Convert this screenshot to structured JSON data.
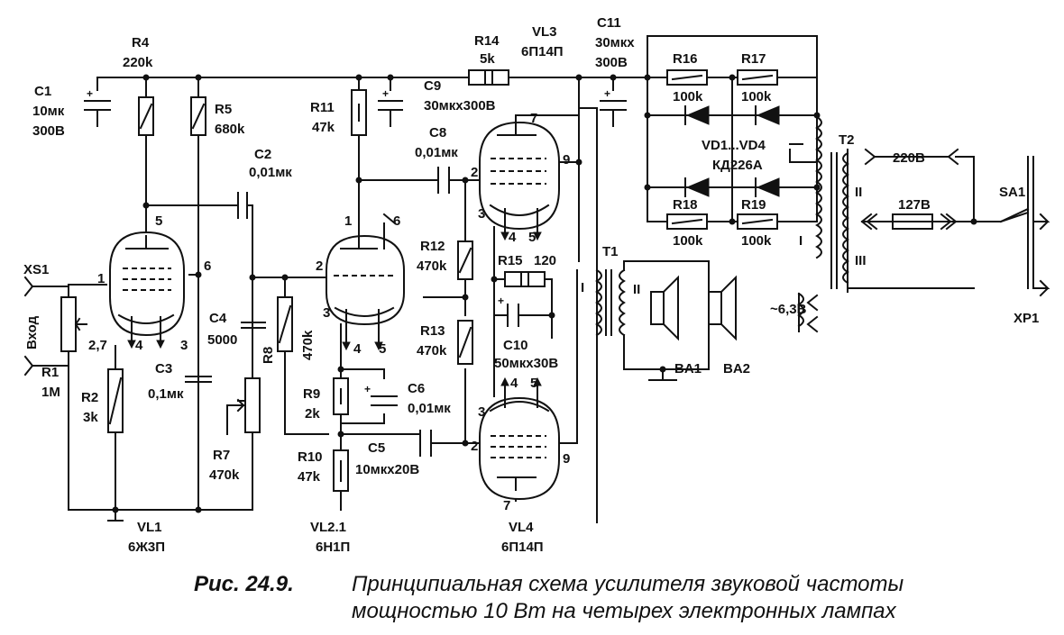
{
  "labels": {
    "C1": "C1",
    "C1_v": "10мк",
    "C1_u": "300В",
    "R4": "R4",
    "R4_v": "220k",
    "R5": "R5",
    "R5_v": "680k",
    "C2": "C2",
    "C2_v": "0,01мк",
    "R11": "R11",
    "R11_v": "47k",
    "C9": "C9",
    "C9_v": "30мкх300В",
    "R14": "R14",
    "R14_v": "5k",
    "VL3": "VL3",
    "VL3_t": "6П14П",
    "C11": "C11",
    "C11_v": "30мкх",
    "C11_u": "300В",
    "C8": "C8",
    "C8_v": "0,01мк",
    "R16": "R16",
    "R16_v": "100k",
    "R17": "R17",
    "R17_v": "100k",
    "VD": "VD1...VD4",
    "VD_t": "КД226А",
    "T2": "T2",
    "mains220": "220В",
    "mains127": "127В",
    "SA1": "SA1",
    "XP1": "ХР1",
    "R18": "R18",
    "R18_v": "100k",
    "R19": "R19",
    "R19_v": "100k",
    "XS1": "XS1",
    "input": "Вход",
    "R1": "R1",
    "R1_v": "1M",
    "R2": "R2",
    "R2_v": "3k",
    "C3": "C3",
    "C3_v": "0,1мк",
    "C4": "C4",
    "C4_v": "5000",
    "R7": "R7",
    "R7_v": "470k",
    "R8": "R8",
    "R8_v": "470k",
    "R9": "R9",
    "R9_v": "2k",
    "R10": "R10",
    "R10_v": "47k",
    "C5": "C5",
    "C5_v": "10мкх20В",
    "C6": "C6",
    "C6_v": "0,01мк",
    "R12": "R12",
    "R12_v": "470k",
    "R13": "R13",
    "R13_v": "470k",
    "R15": "R15",
    "R15_v": "120",
    "C10": "C10",
    "C10_v": "50мкх30В",
    "T1": "T1",
    "BA1": "BA1",
    "BA2": "BA2",
    "heater": "~6,3В",
    "VL1": "VL1",
    "VL1_t": "6Ж3П",
    "VL21": "VL2.1",
    "VL21_t": "6Н1П",
    "VL4": "VL4",
    "VL4_t": "6П14П",
    "roman_I": "I",
    "roman_II": "II",
    "roman_III": "III",
    "pin1": "1",
    "pin2": "2",
    "pin3": "3",
    "pin4": "4",
    "pin5": "5",
    "pin6": "6",
    "pin7": "7",
    "pin9": "9",
    "pin27": "2,7"
  },
  "caption": {
    "number": "Рис. 24.9.",
    "line1": "Принципиальная схема усилителя звуковой частоты",
    "line2": "мощностью 10 Вт на четырех электронных лампах"
  }
}
